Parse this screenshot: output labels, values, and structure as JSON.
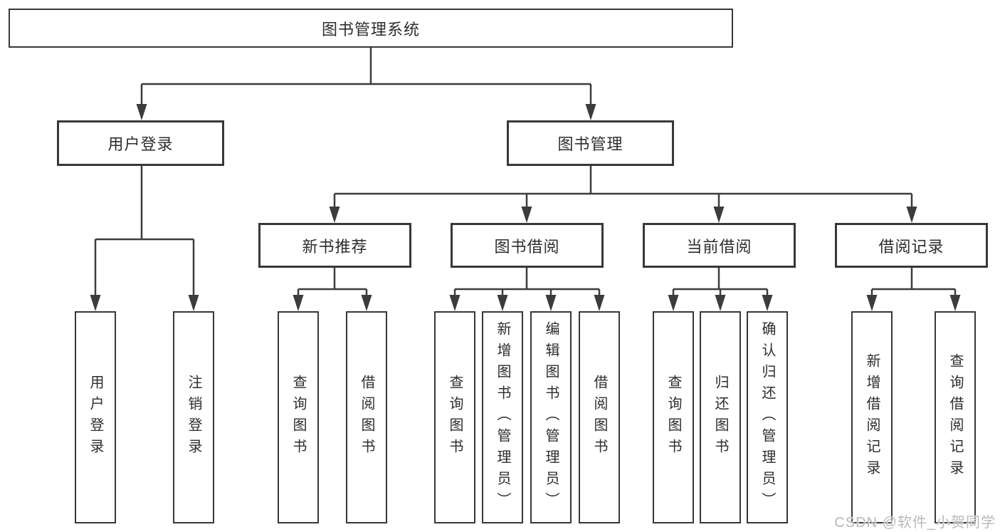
{
  "diagram": {
    "root": {
      "label": "图书管理系统",
      "children": [
        {
          "label": "用户登录",
          "children": [
            {
              "label": "用户登录"
            },
            {
              "label": "注销登录"
            }
          ]
        },
        {
          "label": "图书管理",
          "children": [
            {
              "label": "新书推荐",
              "children": [
                {
                  "label": "查询图书"
                },
                {
                  "label": "借阅图书"
                }
              ]
            },
            {
              "label": "图书借阅",
              "children": [
                {
                  "label": "查询图书"
                },
                {
                  "label": "新增图书（管理员）"
                },
                {
                  "label": "编辑图书（管理员）"
                },
                {
                  "label": "借阅图书"
                }
              ]
            },
            {
              "label": "当前借阅",
              "children": [
                {
                  "label": "查询图书"
                },
                {
                  "label": "归还图书"
                },
                {
                  "label": "确认归还（管理员）"
                }
              ]
            },
            {
              "label": "借阅记录",
              "children": [
                {
                  "label": "新增借阅记录"
                },
                {
                  "label": "查询借阅记录"
                }
              ]
            }
          ]
        }
      ]
    },
    "watermark": "CSDN @软件_小贺同学",
    "colors": {
      "line": "#3c3c3c",
      "box_border": "#383838",
      "text": "#2d2d2d",
      "watermark": "#b9b9b9",
      "background": "#ffffff"
    }
  }
}
